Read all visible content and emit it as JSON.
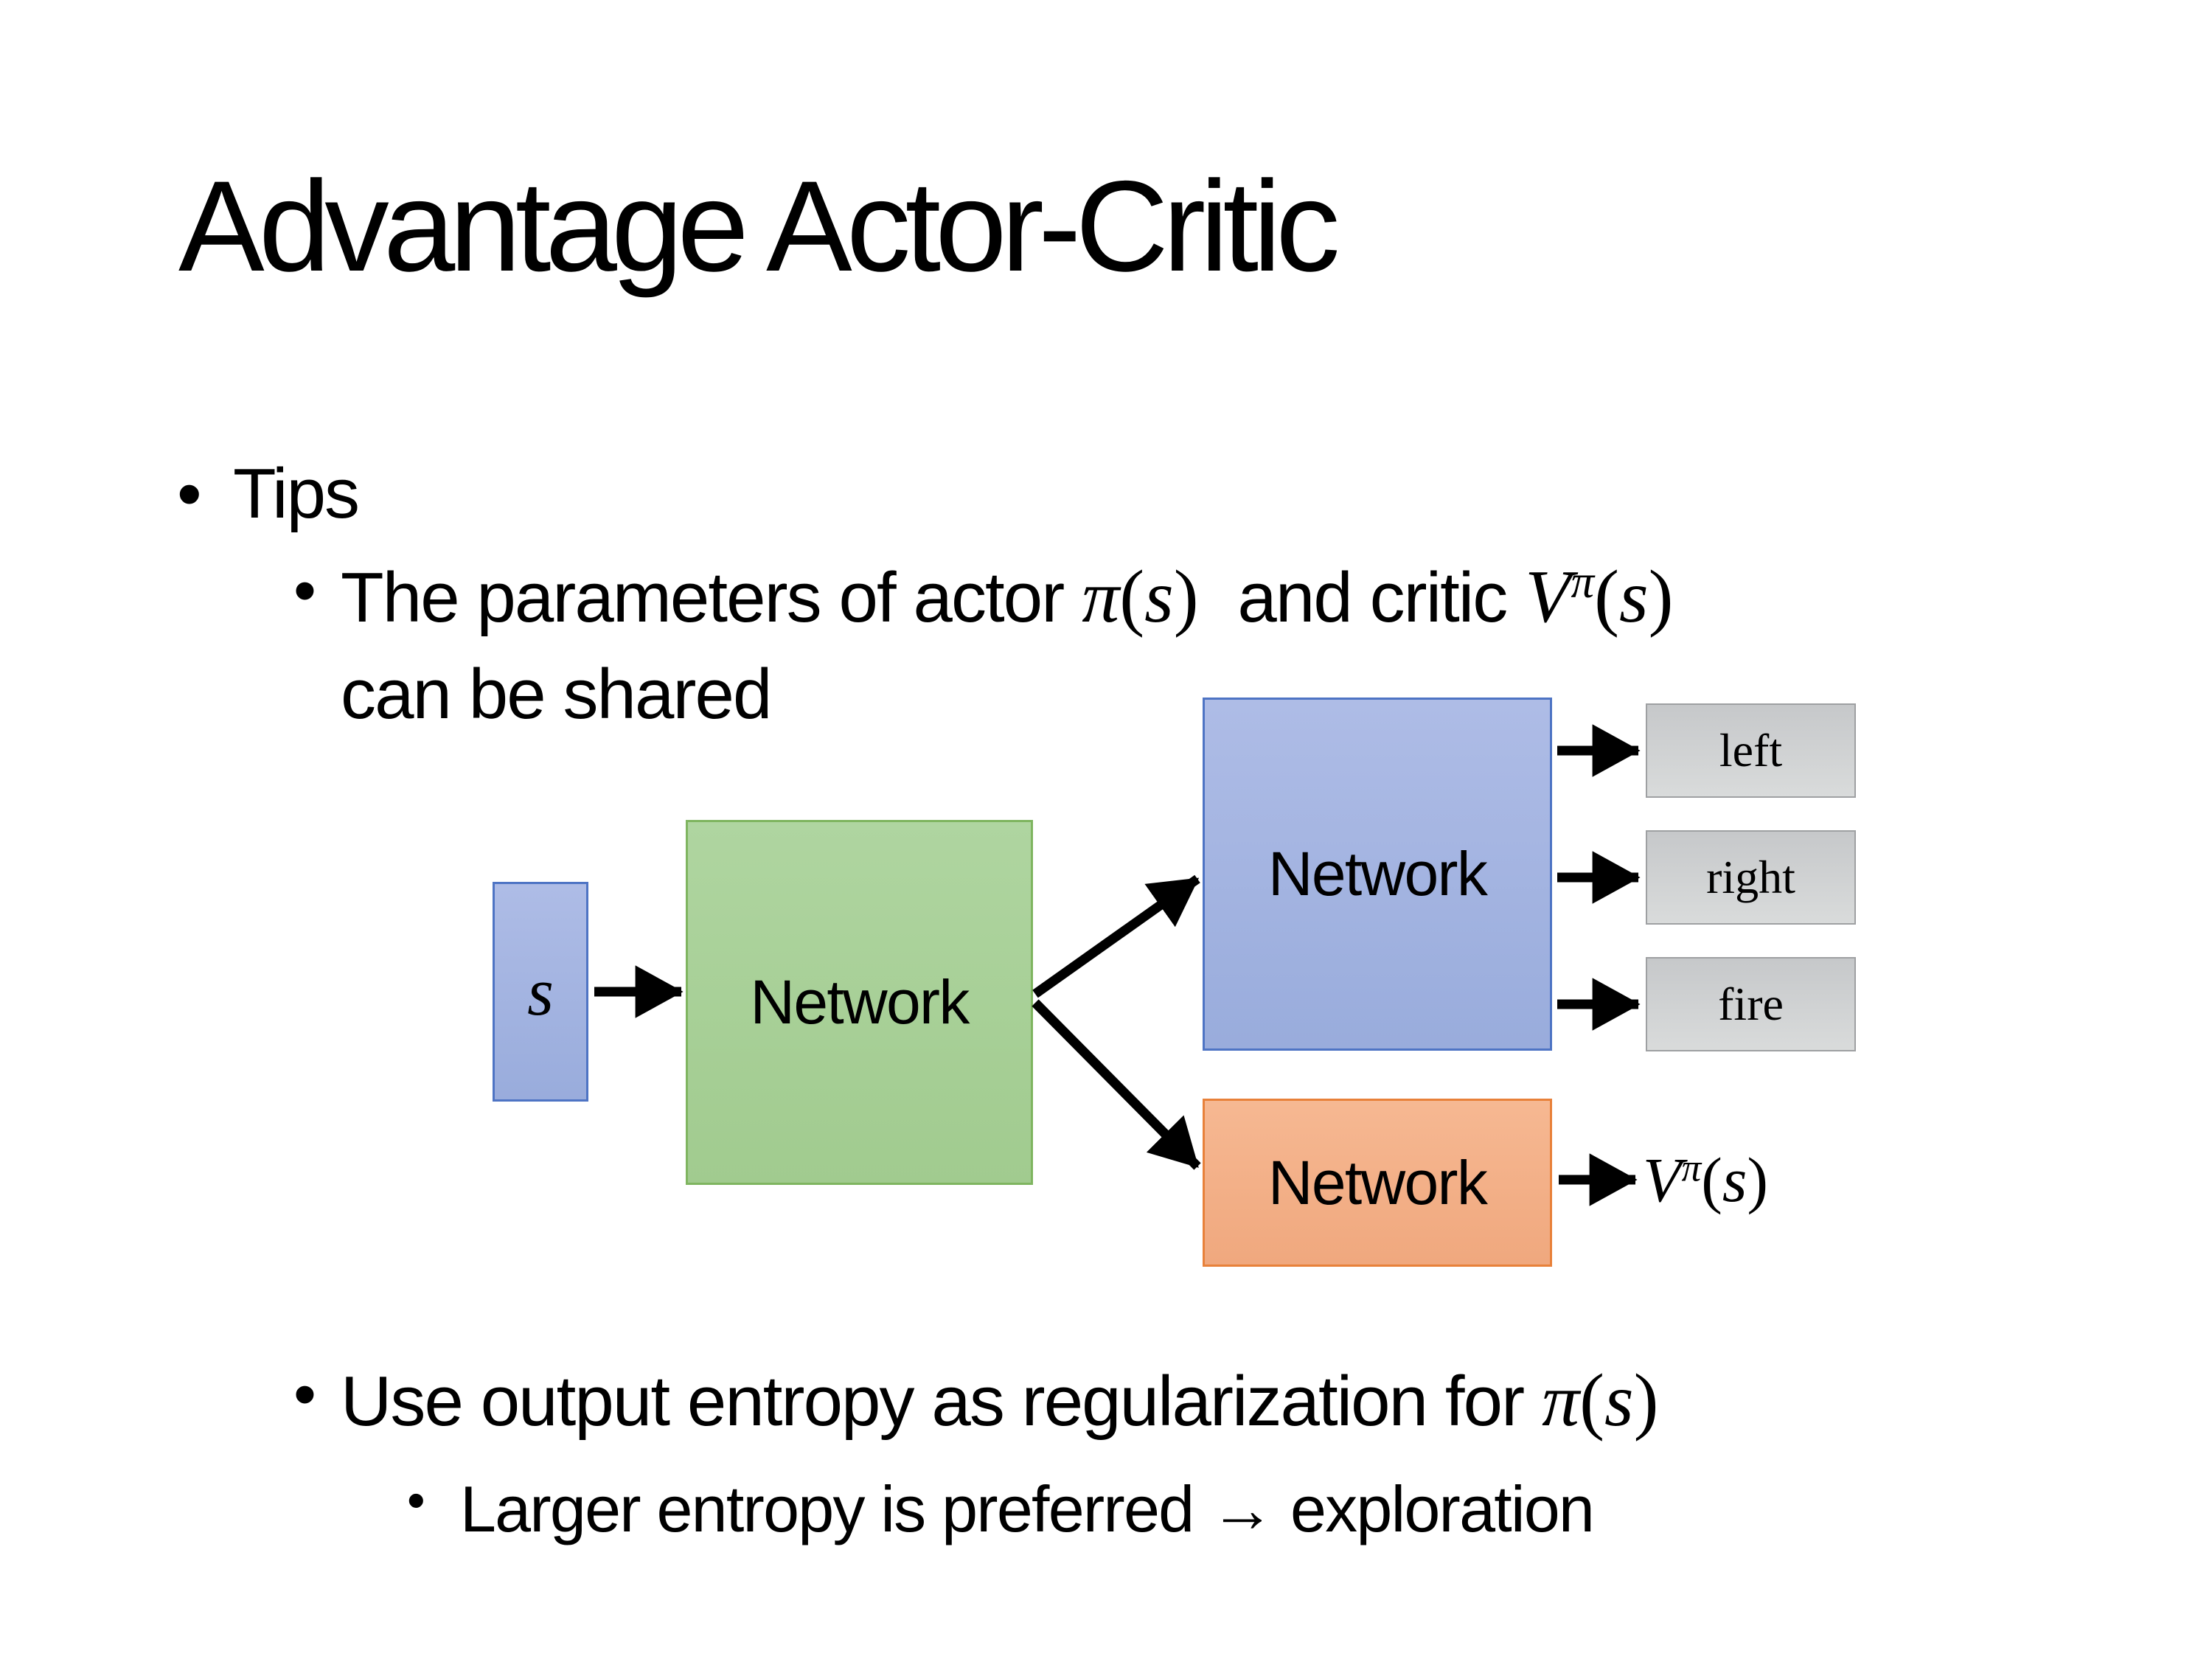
{
  "title": "Advantage Actor-Critic",
  "glyphs": {
    "bullet": "•"
  },
  "math": {
    "pi": "π",
    "s": "s",
    "V": "V",
    "lparen": "(",
    "rparen": ")"
  },
  "bullets": {
    "tips": "Tips",
    "shared_before": "The parameters of actor",
    "shared_mid": "and critic",
    "shared_line2": "can be shared",
    "entropy_before": "Use output entropy as regularization for",
    "exploration": "Larger entropy is preferred → exploration"
  },
  "diagram": {
    "state_label": "s",
    "shared_network_label": "Network",
    "actor_network_label": "Network",
    "critic_network_label": "Network",
    "actions": [
      "left",
      "right",
      "fire"
    ]
  },
  "colors": {
    "background": "#FFFFFF",
    "text": "#000000",
    "arrow": "#000000",
    "blue-fill-top": "#AEBCE6",
    "blue-fill-bottom": "#99ACDC",
    "blue-border": "#4E74C4",
    "green-fill-top": "#AFD5A0",
    "green-fill-bottom": "#A1CB8F",
    "green-border": "#7FB560",
    "orange-fill-top": "#F6B892",
    "orange-fill-bottom": "#F0A87E",
    "orange-border": "#E8813A",
    "gray-fill-top": "#C6C8CA",
    "gray-fill-bottom": "#D9DBDB",
    "gray-border": "#9EA0A2"
  }
}
